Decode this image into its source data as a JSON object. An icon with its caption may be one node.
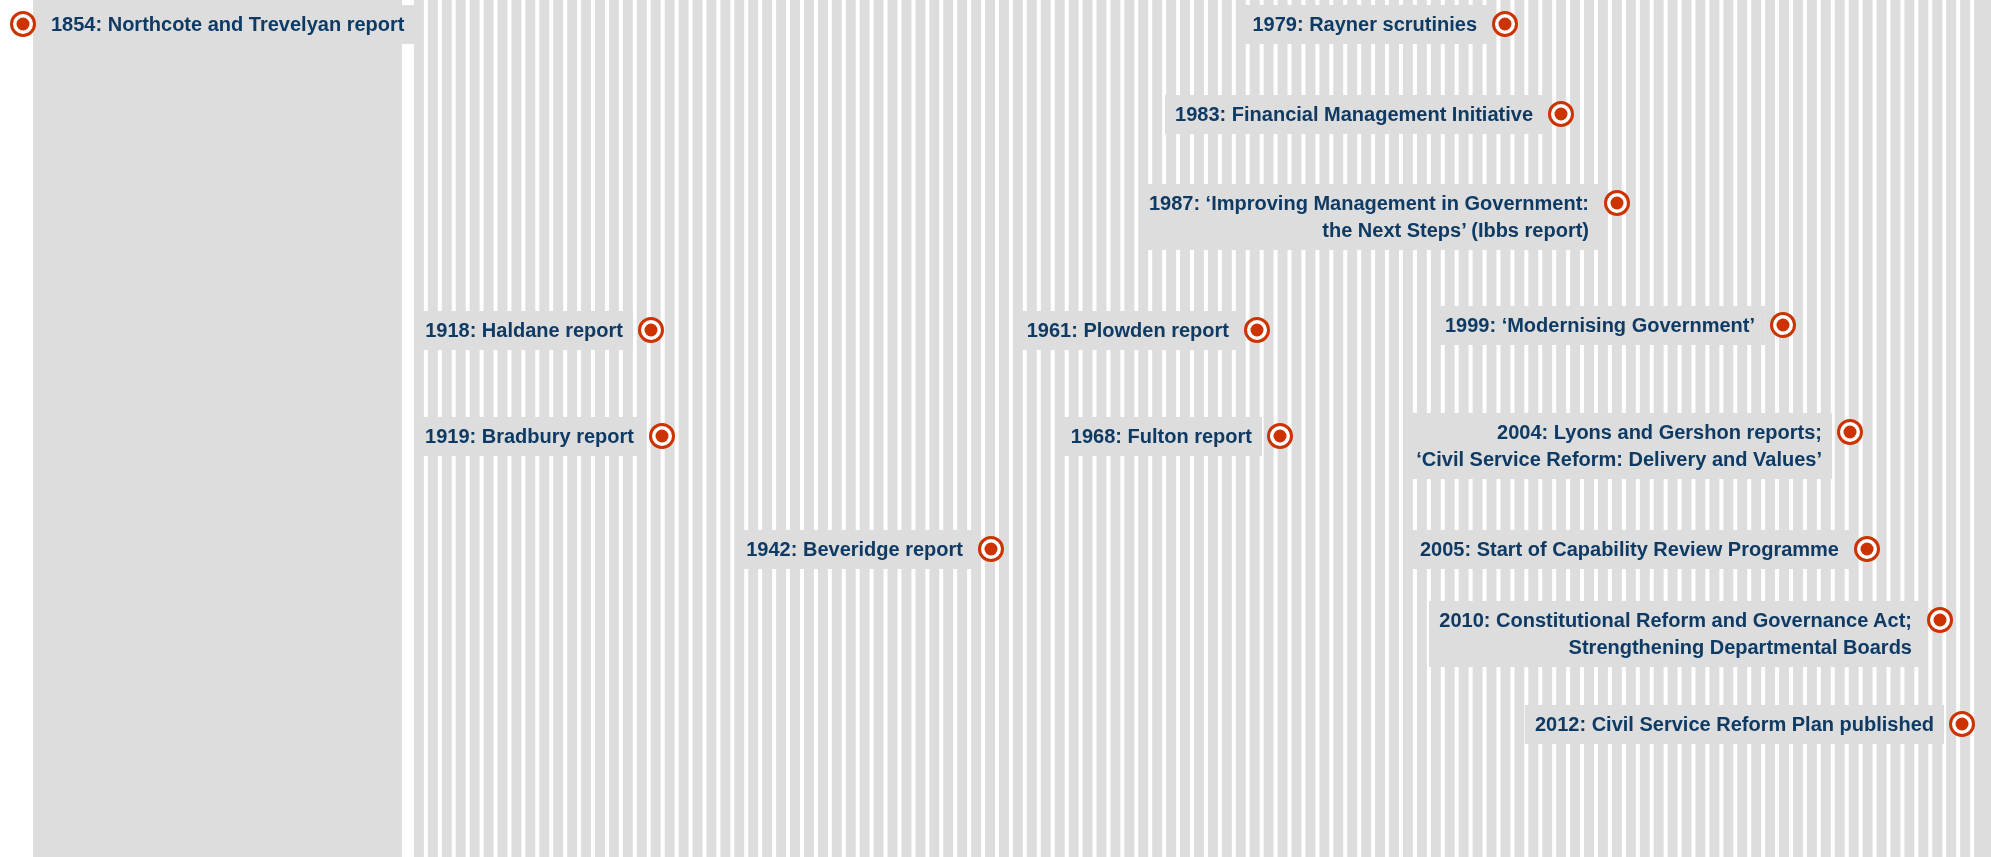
{
  "diagram": {
    "nodes": [
      {
        "text": [
          "1854: Northcote and Trevelyan report"
        ]
      },
      {
        "text": [
          "1979: Rayner scrutinies"
        ]
      },
      {
        "text": [
          "1983: Financial Management Initiative"
        ]
      },
      {
        "text": [
          "1987: ‘Improving Management in Government: the Next Steps’ (Ibbs report)"
        ]
      },
      {
        "text": [
          "1918: Haldane report"
        ]
      },
      {
        "text": [
          "1961: Plowden report"
        ]
      },
      {
        "text": [
          "1999: ‘Modernising Government’"
        ]
      },
      {
        "text": [
          "1919: Bradbury report"
        ]
      },
      {
        "text": [
          "1968: Fulton report"
        ]
      },
      {
        "text": [
          "2004: Lyons and Gershon reports; ‘Civil Service Reform: Delivery and Values’"
        ]
      },
      {
        "text": [
          "1942: Beveridge report"
        ]
      },
      {
        "text": [
          "2005: Start of Capability Review Programme"
        ]
      },
      {
        "text": [
          "2010: Constitutional Reform and Governance Act; Strengthening Departmental Boards"
        ]
      },
      {
        "text": [
          "2012: Civil Service Reform Plan published"
        ]
      }
    ],
    "edges": []
  }
}
